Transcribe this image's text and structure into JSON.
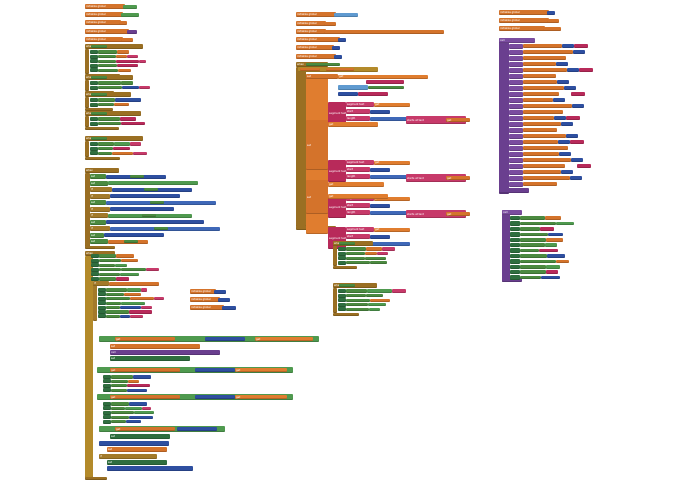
{
  "workspace": {
    "background": "#ffffff",
    "block_colors": {
      "variable": "#d4732b",
      "variable_alt": "#e07d2f",
      "procedure": "#9a6f23",
      "procedure_alt": "#b38a2a",
      "control": "#a37a2a",
      "component_set": "#2f6e3f",
      "component_get": "#4b8a40",
      "math": "#2e4fa0",
      "math_alt": "#3f68b8",
      "text": "#b82a5a",
      "text_alt": "#c73a6a",
      "list": "#5f9ad0",
      "logic": "#4f9a4f",
      "list_purple": "#6a3f8f",
      "list_purple_alt": "#7a4c9f"
    },
    "visible_labels": {
      "initialize_global": "initialize global",
      "to": "to",
      "when": "when",
      "do": "do",
      "set": "set",
      "get": "get",
      "call": "call",
      "if": "if",
      "then": "then",
      "else": "else",
      "segment_text": "segment text",
      "start": "start",
      "length": "length",
      "starts_at_text": "starts at text",
      "piece": "piece"
    }
  }
}
